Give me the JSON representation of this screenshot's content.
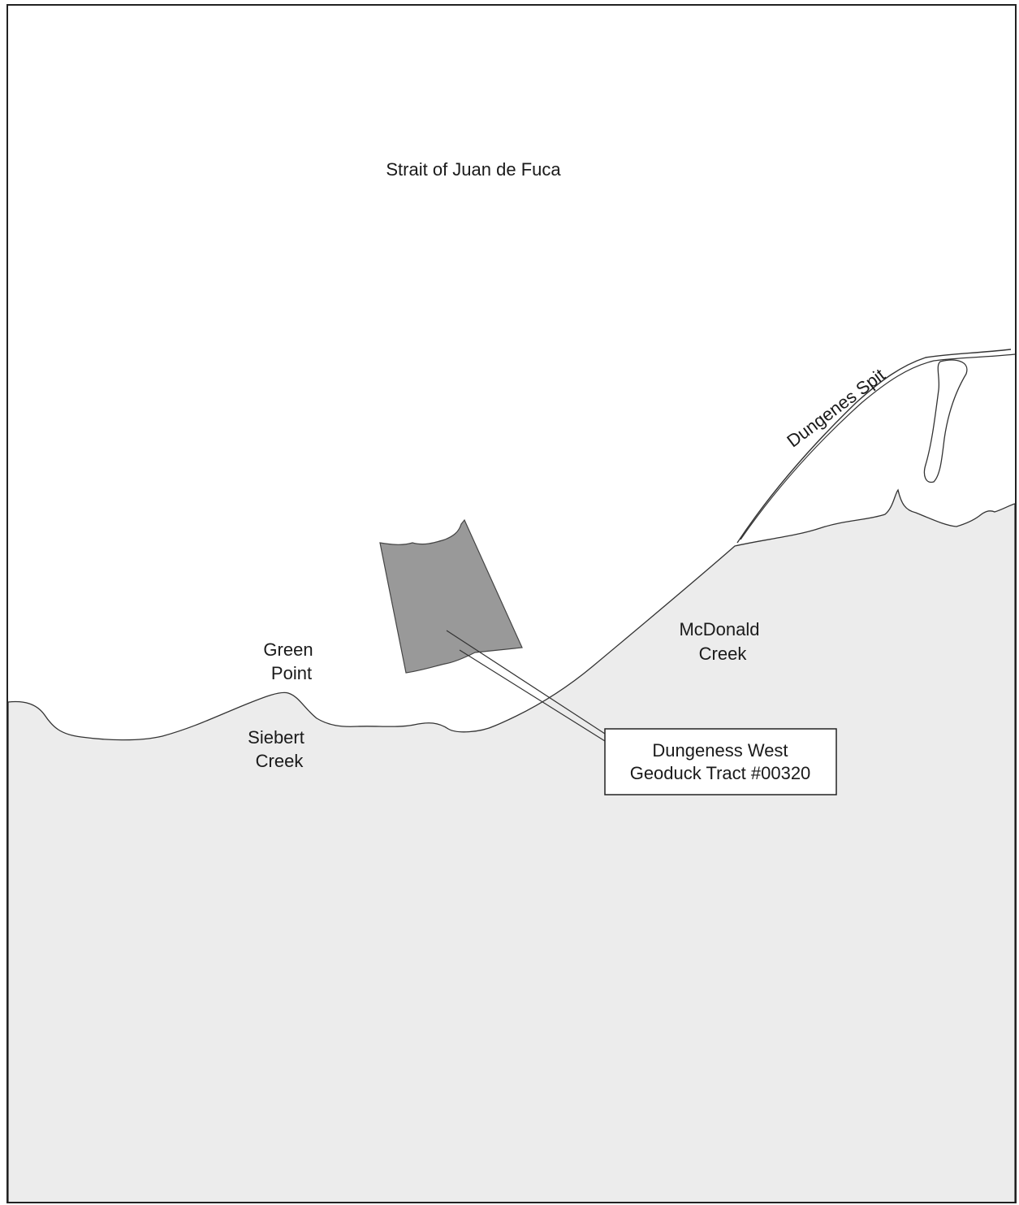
{
  "map": {
    "labels": {
      "strait": "Strait of Juan de Fuca",
      "spit": "Dungenes Spit",
      "mcdonald_line1": "McDonald",
      "mcdonald_line2": "Creek",
      "green_line1": "Green",
      "green_line2": "Point",
      "siebert_line1": "Siebert",
      "siebert_line2": "Creek"
    },
    "callout": {
      "line1": "Dungeness West",
      "line2": "Geoduck Tract #00320"
    },
    "colors": {
      "land": "#ececec",
      "water": "#ffffff",
      "tract": "#999999",
      "border": "#222222"
    }
  }
}
